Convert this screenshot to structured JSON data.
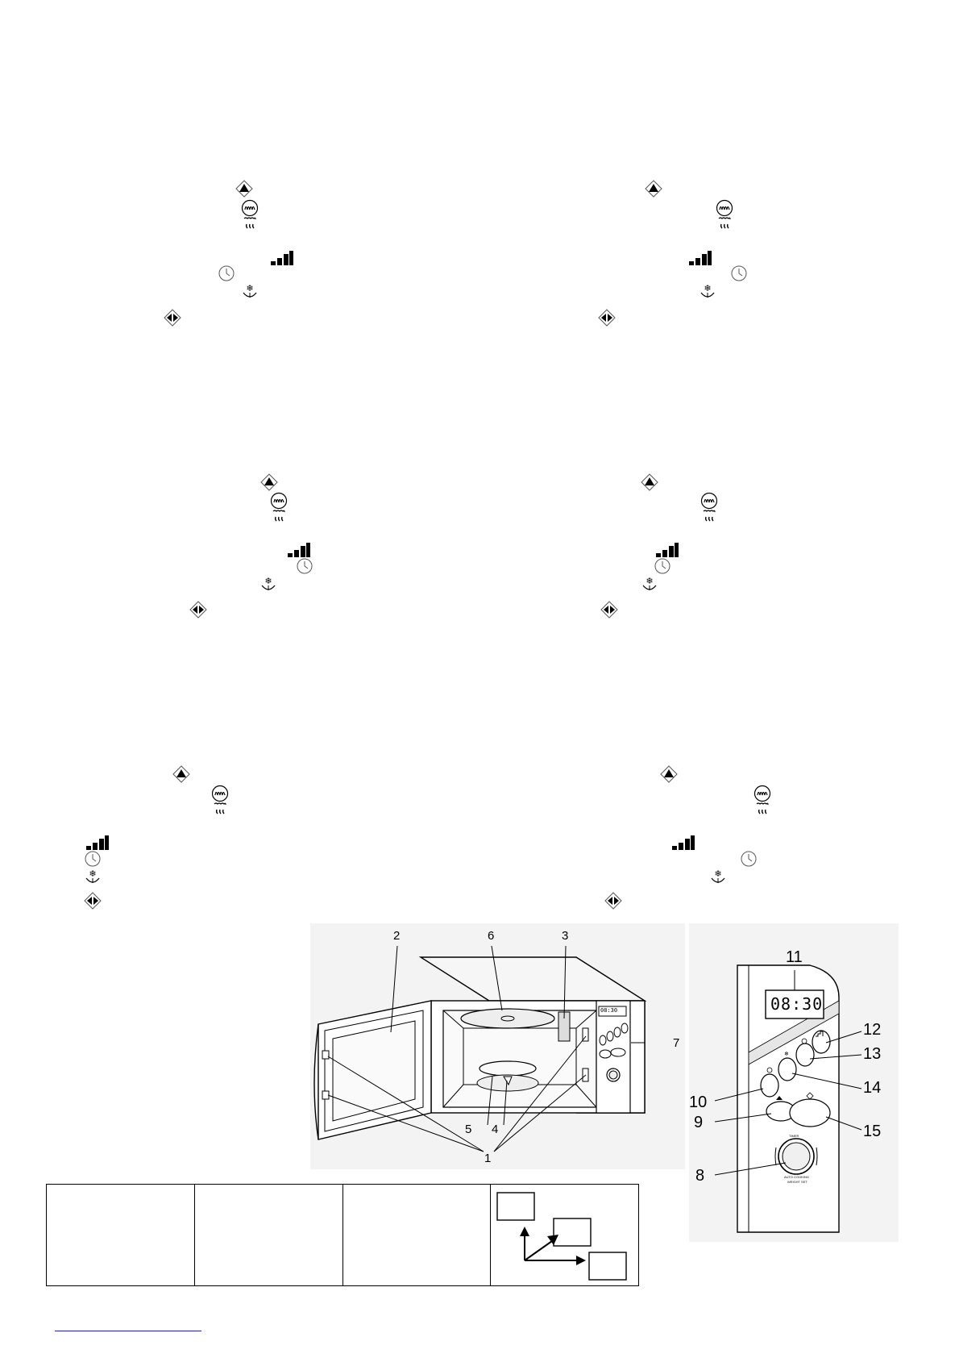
{
  "control_icon_columns": [
    {
      "group": "section-1-left",
      "icons": [
        "start-icon",
        "microwave-icon",
        "grill-icon",
        "power-level-icon",
        "clock-icon",
        "defrost-icon",
        "stop-cancel-icon"
      ]
    },
    {
      "group": "section-1-right",
      "icons": [
        "start-icon",
        "microwave-icon",
        "grill-icon",
        "power-level-icon",
        "clock-icon",
        "defrost-icon",
        "stop-cancel-icon"
      ]
    },
    {
      "group": "section-2-left",
      "icons": [
        "start-icon",
        "microwave-icon",
        "grill-icon",
        "power-level-icon",
        "clock-icon",
        "defrost-icon",
        "stop-cancel-icon"
      ]
    },
    {
      "group": "section-2-right",
      "icons": [
        "start-icon",
        "microwave-icon",
        "grill-icon",
        "power-level-icon",
        "clock-icon",
        "defrost-icon",
        "stop-cancel-icon"
      ]
    },
    {
      "group": "section-3-left",
      "icons": [
        "start-icon",
        "microwave-icon",
        "grill-icon",
        "power-level-icon",
        "clock-icon",
        "defrost-icon",
        "stop-cancel-icon"
      ]
    },
    {
      "group": "section-3-right",
      "icons": [
        "start-icon",
        "microwave-icon",
        "grill-icon",
        "power-level-icon",
        "clock-icon",
        "defrost-icon",
        "stop-cancel-icon"
      ]
    }
  ],
  "oven_diagram": {
    "callouts": [
      "1",
      "2",
      "3",
      "4",
      "5",
      "6",
      "7"
    ],
    "mini_display": "08:30"
  },
  "control_panel_diagram": {
    "display": "08:30",
    "callouts": [
      "8",
      "9",
      "10",
      "11",
      "12",
      "13",
      "14",
      "15"
    ],
    "knob_top_label": "TIMER",
    "knob_bottom_label_1": "AUTO COOKING",
    "knob_bottom_label_2": "WEIGHT SET"
  },
  "bottom_table": {
    "cells": [
      "",
      "",
      "",
      ""
    ],
    "flow_boxes": [
      "",
      "",
      ""
    ]
  }
}
